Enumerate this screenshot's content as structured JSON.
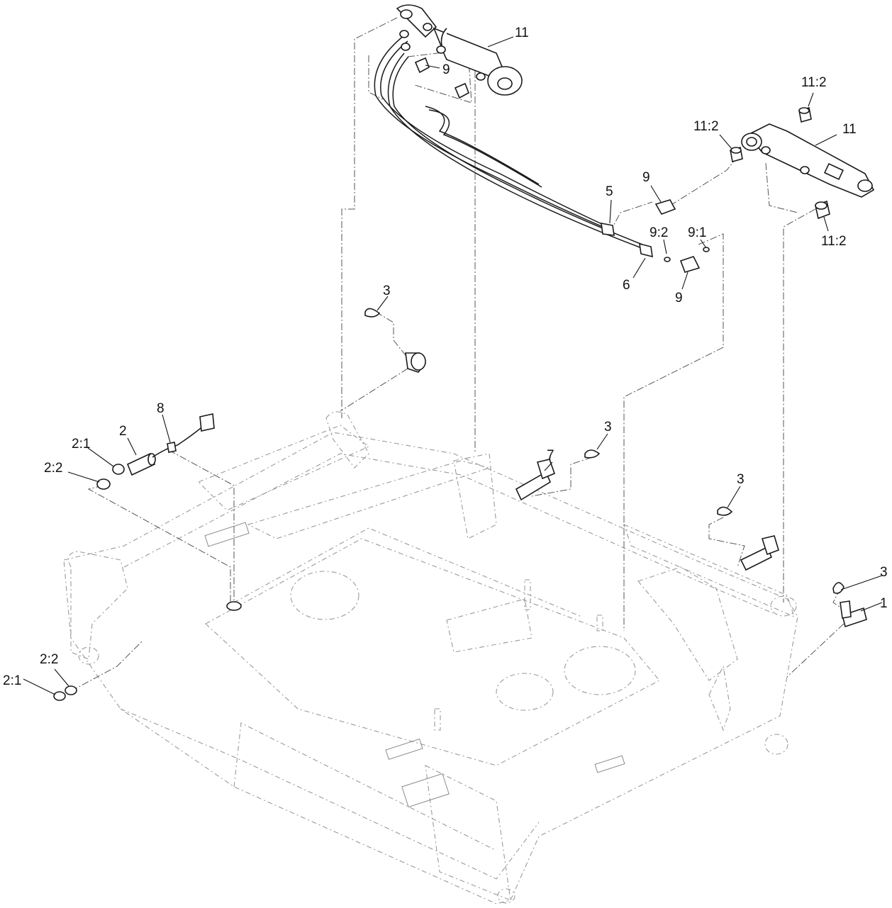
{
  "callouts": {
    "c11_top": "11",
    "c9_top": "9",
    "c11_2_top": "11:2",
    "c11_2_mid": "11:2",
    "c11_right": "11",
    "c9_mid": "9",
    "c5": "5",
    "c9_2": "9:2",
    "c9_1": "9:1",
    "c11_2_low": "11:2",
    "c6": "6",
    "c9_low": "9",
    "c3_a": "3",
    "c8": "8",
    "c2": "2",
    "c2_1_a": "2:1",
    "c2_2_a": "2:2",
    "c7": "7",
    "c3_b": "3",
    "c3_c": "3",
    "c3_d": "3",
    "c1": "1",
    "c2_2_b": "2:2",
    "c2_1_b": "2:1"
  },
  "colors": {
    "line": "#1a1a1a",
    "frame": "#9a9a9a",
    "background": "#ffffff"
  }
}
